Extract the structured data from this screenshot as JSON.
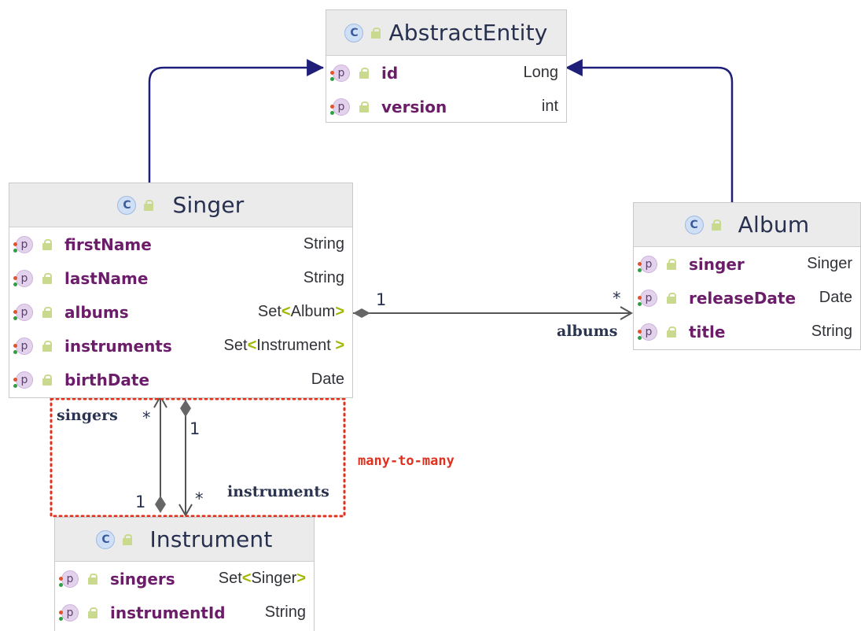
{
  "colors": {
    "inheritance_arrow": "#1f1f7a",
    "association_line": "#555555",
    "field_name": "#6c1d6a",
    "generic_bracket": "#a1b600",
    "note_border": "#e0301e"
  },
  "classes": {
    "abstract_entity": {
      "name": "AbstractEntity",
      "fields": [
        {
          "name": "id",
          "type": "Long"
        },
        {
          "name": "version",
          "type": "int"
        }
      ]
    },
    "singer": {
      "name": "Singer",
      "fields": [
        {
          "name": "firstName",
          "type": "String"
        },
        {
          "name": "lastName",
          "type": "String"
        },
        {
          "name": "albums",
          "type_prefix": "Set",
          "type_open": "<",
          "type_arg": "Album",
          "type_close": ">"
        },
        {
          "name": "instruments",
          "type_prefix": "Set",
          "type_open": "<",
          "type_arg": "Instrument ",
          "type_close": ">"
        },
        {
          "name": "birthDate",
          "type": "Date"
        }
      ]
    },
    "album": {
      "name": "Album",
      "fields": [
        {
          "name": "singer",
          "type": "Singer"
        },
        {
          "name": "releaseDate",
          "type": "Date"
        },
        {
          "name": "title",
          "type": "String"
        }
      ]
    },
    "instrument": {
      "name": "Instrument",
      "fields": [
        {
          "name": "singers",
          "type_prefix": "Set",
          "type_open": "<",
          "type_arg": "Singer",
          "type_close": ">"
        },
        {
          "name": "instrumentId",
          "type": "String"
        }
      ]
    }
  },
  "icons": {
    "class_icon": "C",
    "property_icon": "p"
  },
  "relations": {
    "albums": {
      "source_mult": "1",
      "target_mult": "*",
      "role": "albums"
    },
    "singers": {
      "role": "singers",
      "target_mult": "*",
      "source_mult": "1"
    },
    "instruments": {
      "role": "instruments",
      "source_mult": "1",
      "target_mult": "*"
    }
  },
  "note": {
    "label": "many-to-many"
  }
}
